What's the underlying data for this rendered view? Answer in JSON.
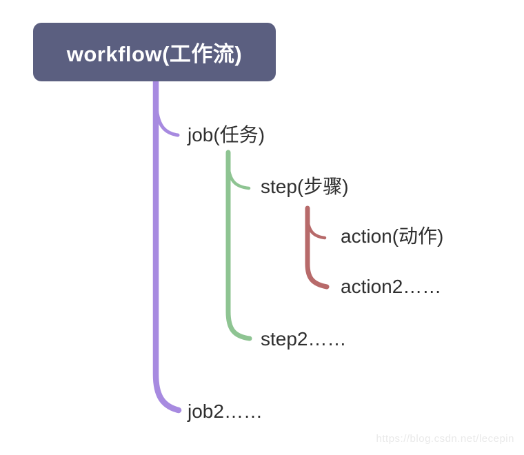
{
  "root": {
    "label": "workflow(工作流)"
  },
  "nodes": [
    {
      "id": "job",
      "label": "job(任务)",
      "level": 1
    },
    {
      "id": "step",
      "label": "step(步骤)",
      "level": 2
    },
    {
      "id": "action",
      "label": "action(动作)",
      "level": 3
    },
    {
      "id": "action2",
      "label": "action2……",
      "level": 3
    },
    {
      "id": "step2",
      "label": "step2……",
      "level": 2
    },
    {
      "id": "job2",
      "label": "job2……",
      "level": 1
    }
  ],
  "palette": {
    "background": "#ffffff",
    "root_bg": "#5b5f80",
    "root_text": "#ffffff",
    "level1_color": "#a78ae0",
    "level2_color": "#8ec492",
    "level3_color": "#b76a6a",
    "label_color": "#2f2f2f",
    "watermark_color": "#e9e9e9"
  },
  "watermark": {
    "text": "https://blog.csdn.net/lecepin"
  }
}
